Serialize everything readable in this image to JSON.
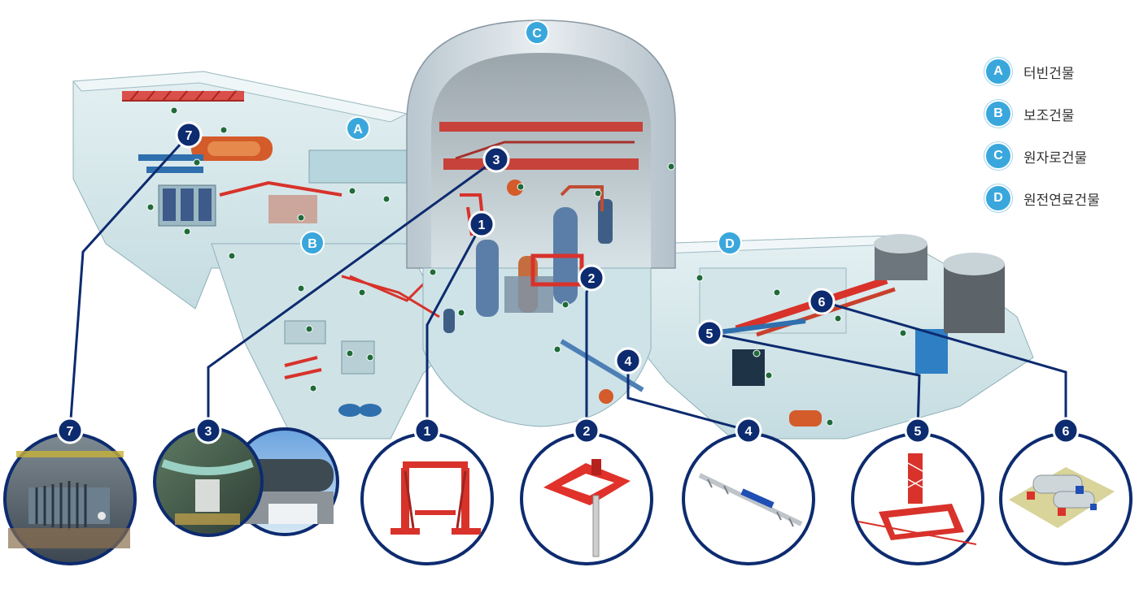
{
  "legend": [
    {
      "badge": "A",
      "label": "터빈건물"
    },
    {
      "badge": "B",
      "label": "보조건물"
    },
    {
      "badge": "C",
      "label": "원자로건물"
    },
    {
      "badge": "D",
      "label": "원전연료건물"
    }
  ],
  "area_badges": {
    "a": "A",
    "b": "B",
    "c": "C",
    "d": "D"
  },
  "callouts": {
    "c1": "1",
    "c2": "2",
    "c3": "3",
    "c4": "4",
    "c5": "5",
    "c6": "6",
    "c7": "7"
  },
  "detail_badges": {
    "d1": "1",
    "d2": "2",
    "d3": "3",
    "d4": "4",
    "d5": "5",
    "d6": "6",
    "d7": "7"
  },
  "colors": {
    "navy": "#0d2b6f",
    "accent": "#3aa7dc",
    "equipment": "#d8322b",
    "building": "#cfe4e8"
  }
}
